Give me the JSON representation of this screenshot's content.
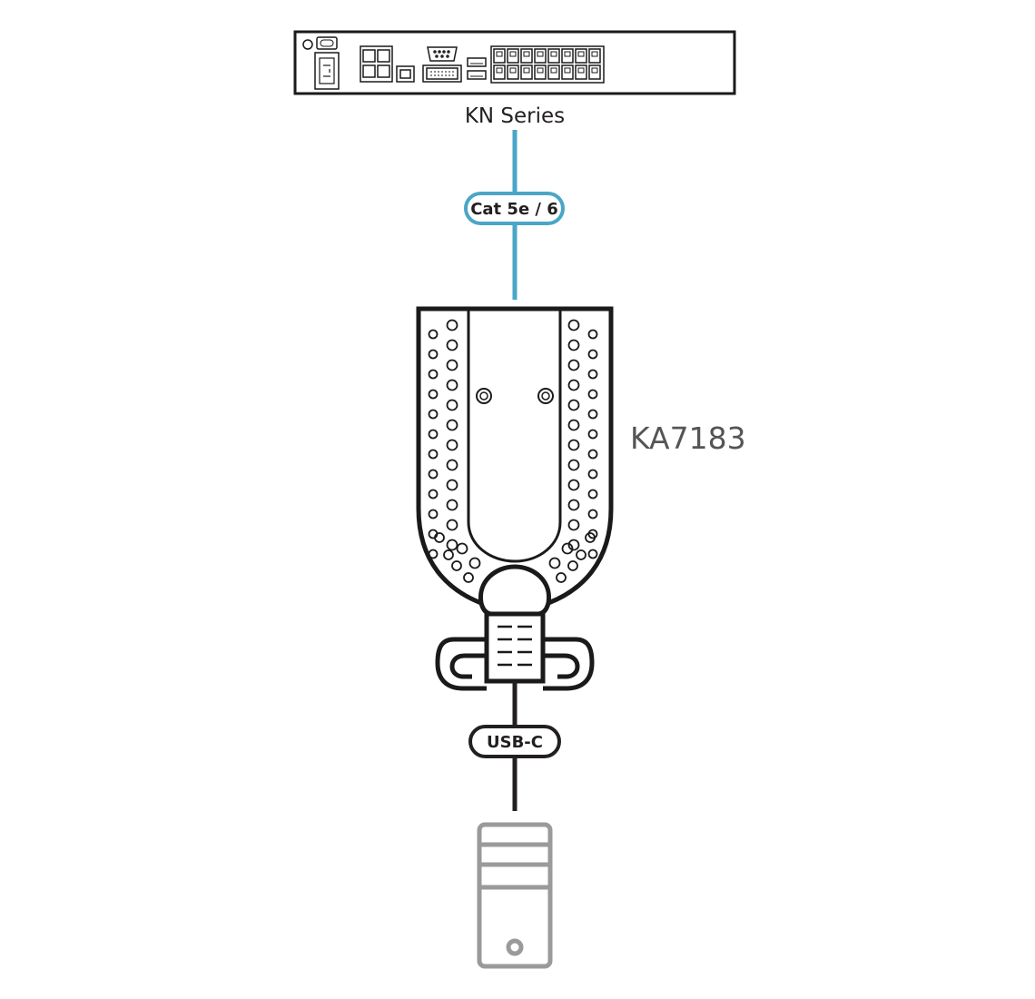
{
  "device": {
    "name": "KN Series"
  },
  "adapter": {
    "name": "KA7183"
  },
  "cables": {
    "top": "Cat 5e / 6",
    "bottom": "USB-C"
  },
  "colors": {
    "line": "#1a1a1a",
    "cat_cable": "#4aa6c6",
    "usb_cable": "#231f20",
    "computer": "#9a9a9a",
    "adapter_label": "#555555"
  }
}
